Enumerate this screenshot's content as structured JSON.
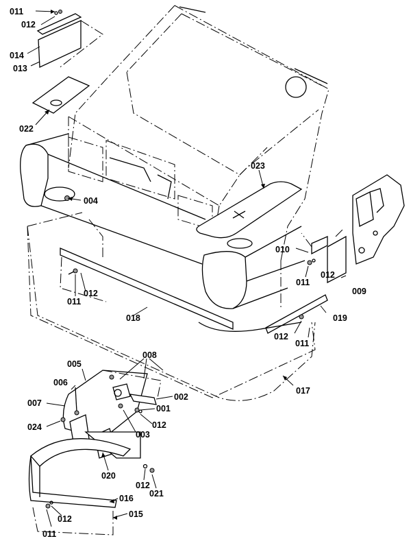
{
  "callouts": [
    {
      "id": "c011a",
      "text": "011"
    },
    {
      "id": "c012a",
      "text": "012"
    },
    {
      "id": "c014",
      "text": "014"
    },
    {
      "id": "c013",
      "text": "013"
    },
    {
      "id": "c022",
      "text": "022"
    },
    {
      "id": "c023",
      "text": "023"
    },
    {
      "id": "c004",
      "text": "004"
    },
    {
      "id": "c010",
      "text": "010"
    },
    {
      "id": "c011b",
      "text": "011"
    },
    {
      "id": "c012b",
      "text": "012"
    },
    {
      "id": "c009",
      "text": "009"
    },
    {
      "id": "c011c",
      "text": "011"
    },
    {
      "id": "c012c",
      "text": "012"
    },
    {
      "id": "c018",
      "text": "018"
    },
    {
      "id": "c019",
      "text": "019"
    },
    {
      "id": "c012d",
      "text": "012"
    },
    {
      "id": "c011d",
      "text": "011"
    },
    {
      "id": "c017",
      "text": "017"
    },
    {
      "id": "c005",
      "text": "005"
    },
    {
      "id": "c008",
      "text": "008"
    },
    {
      "id": "c006",
      "text": "006"
    },
    {
      "id": "c002",
      "text": "002"
    },
    {
      "id": "c007",
      "text": "007"
    },
    {
      "id": "c001",
      "text": "001"
    },
    {
      "id": "c012e",
      "text": "012"
    },
    {
      "id": "c024",
      "text": "024"
    },
    {
      "id": "c003",
      "text": "003"
    },
    {
      "id": "c020",
      "text": "020"
    },
    {
      "id": "c012f",
      "text": "012"
    },
    {
      "id": "c021",
      "text": "021"
    },
    {
      "id": "c016",
      "text": "016"
    },
    {
      "id": "c012g",
      "text": "012"
    },
    {
      "id": "c015",
      "text": "015"
    },
    {
      "id": "c011e",
      "text": "011"
    }
  ]
}
